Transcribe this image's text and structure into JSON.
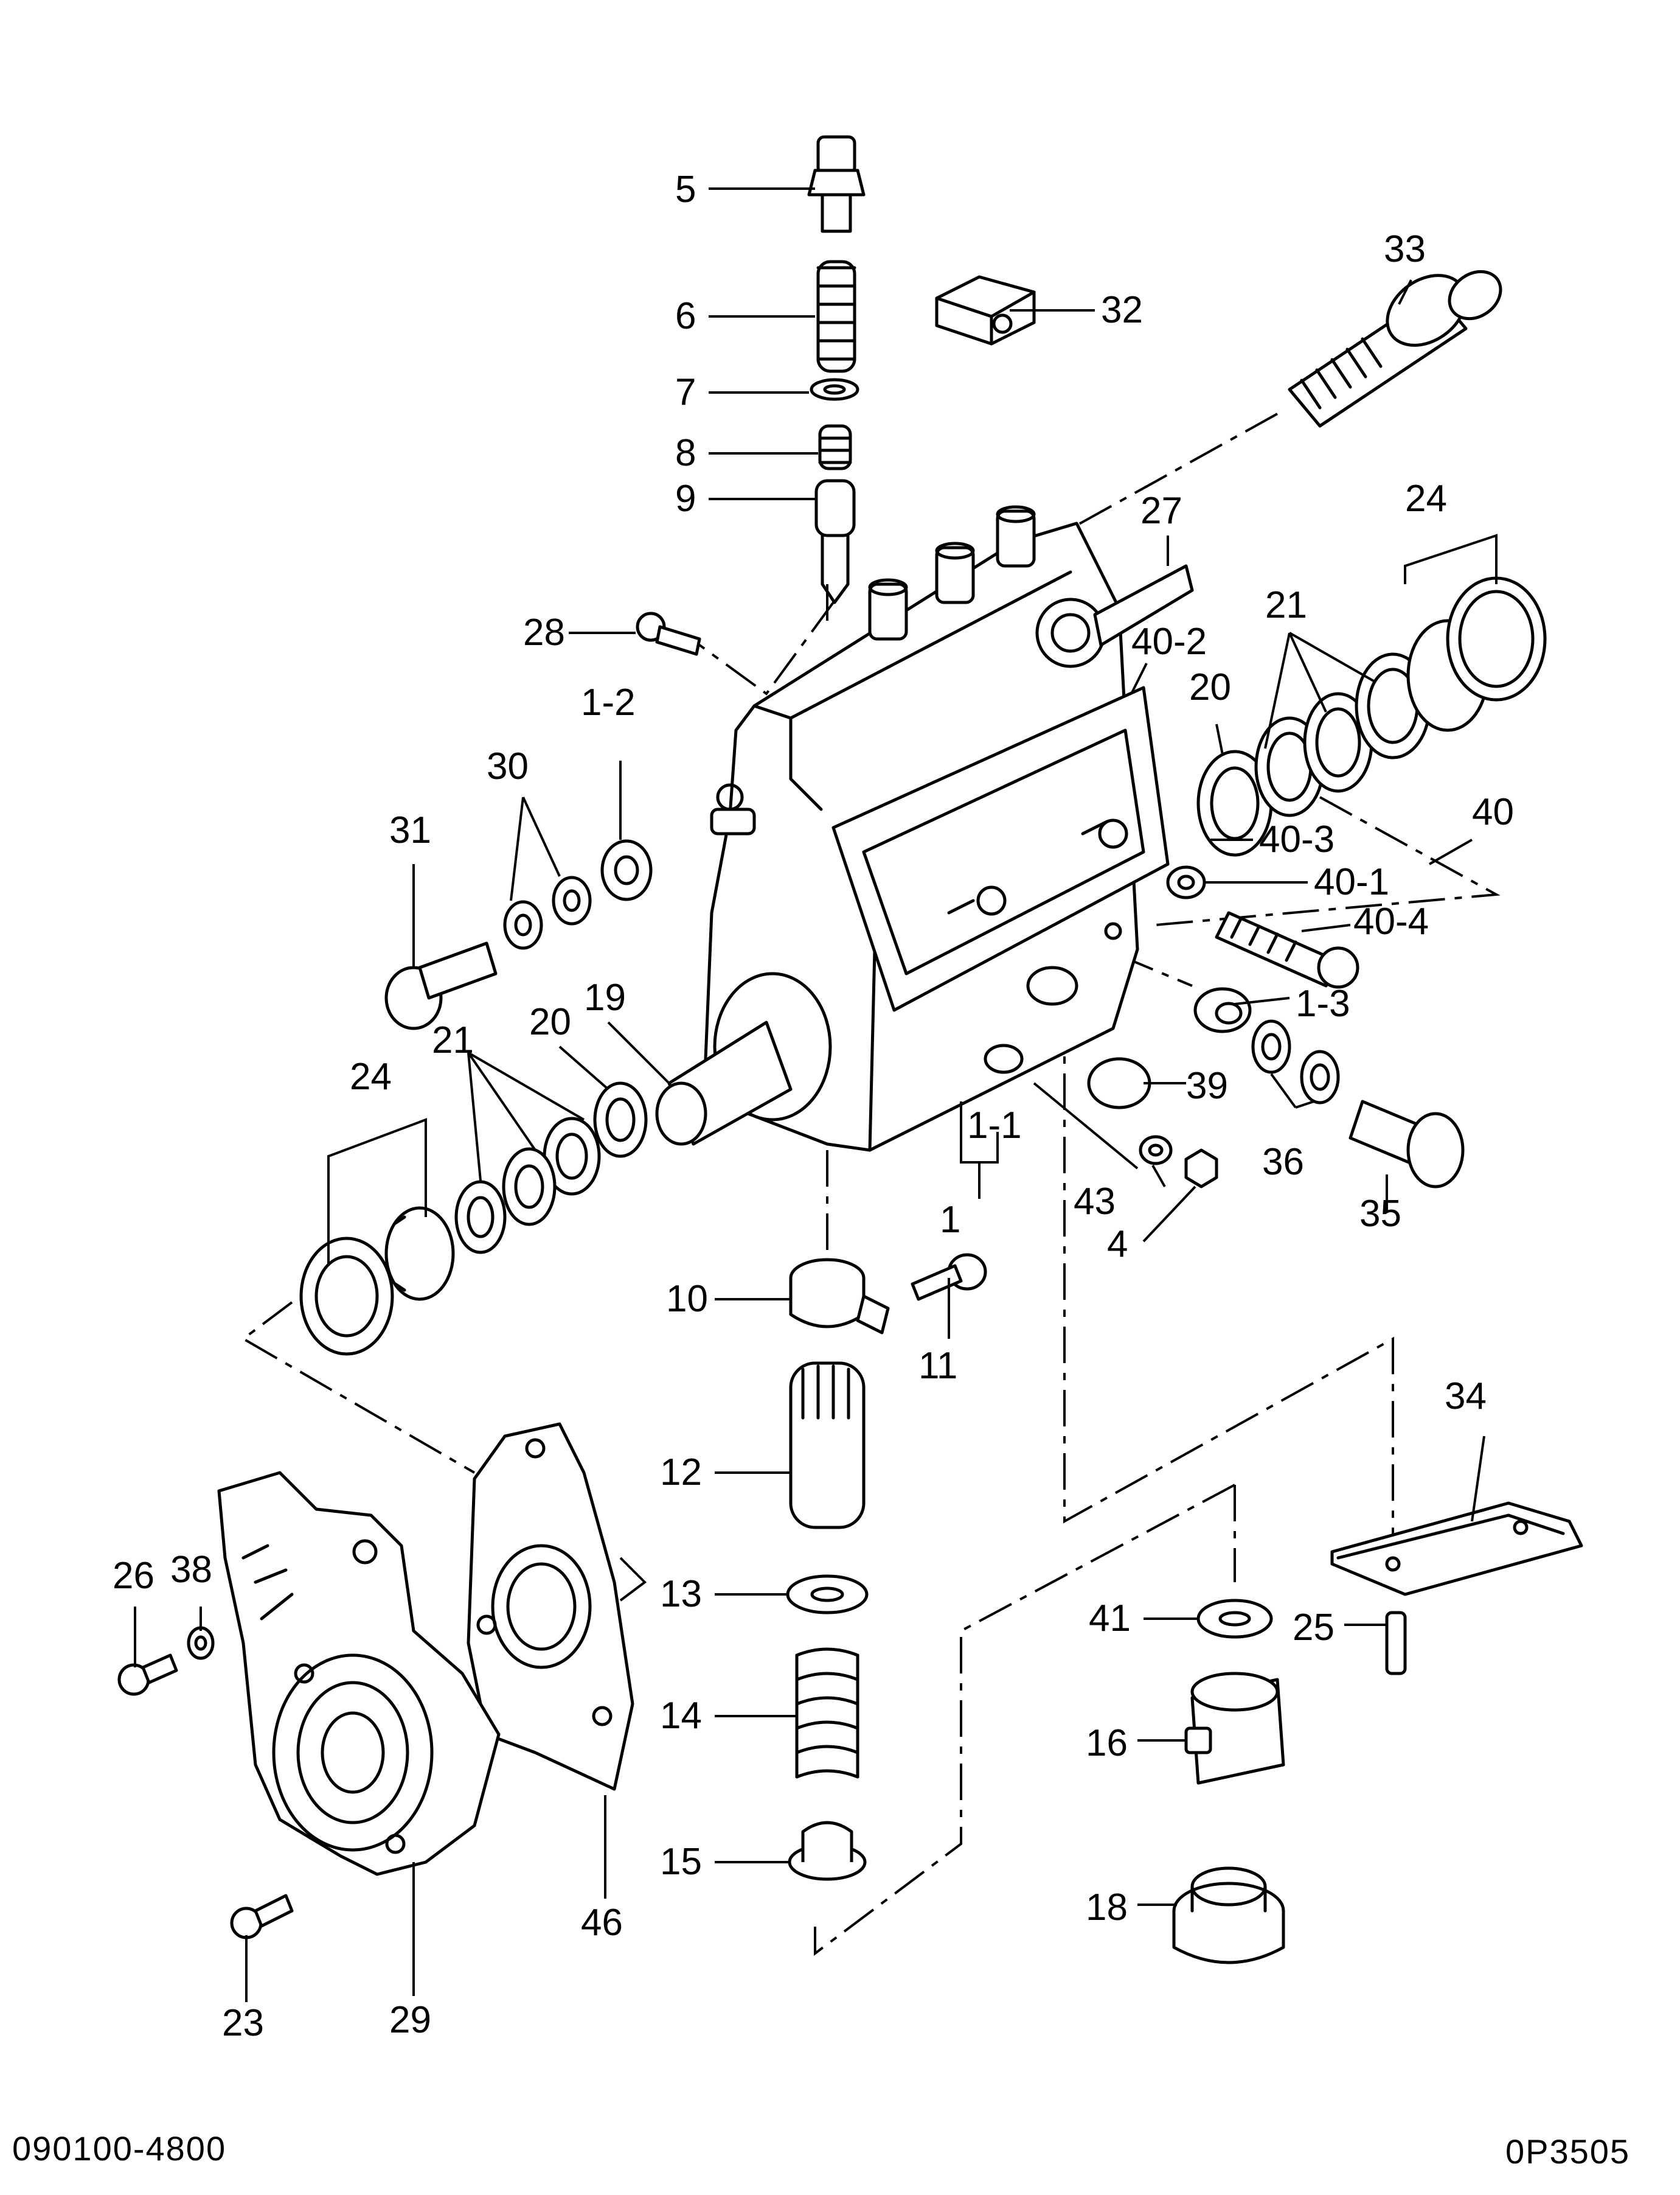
{
  "diagram": {
    "callouts": {
      "p5": "5",
      "p6": "6",
      "p7": "7",
      "p8": "8",
      "p9": "9",
      "p32": "32",
      "p33": "33",
      "p27": "27",
      "p28": "28",
      "p24a": "24",
      "p21a": "21",
      "p40_2": "40-2",
      "p20a": "20",
      "p40": "40",
      "p40_3": "40-3",
      "p40_1": "40-1",
      "p40_4": "40-4",
      "p1_2": "1-2",
      "p30": "30",
      "p31": "31",
      "p1_3": "1-3",
      "p20b": "20",
      "p19": "19",
      "p21b": "21",
      "p24b": "24",
      "p39": "39",
      "p1_1": "1-1",
      "p36": "36",
      "p43": "43",
      "p35": "35",
      "p1": "1",
      "p4": "4",
      "p10": "10",
      "p11": "11",
      "p34": "34",
      "p12": "12",
      "p26": "26",
      "p38": "38",
      "p13": "13",
      "p41": "41",
      "p25": "25",
      "p14": "14",
      "p16": "16",
      "p15": "15",
      "p18": "18",
      "p46": "46",
      "p23": "23",
      "p29": "29"
    },
    "footer_left": "090100-4800",
    "footer_right": "0P3505"
  }
}
